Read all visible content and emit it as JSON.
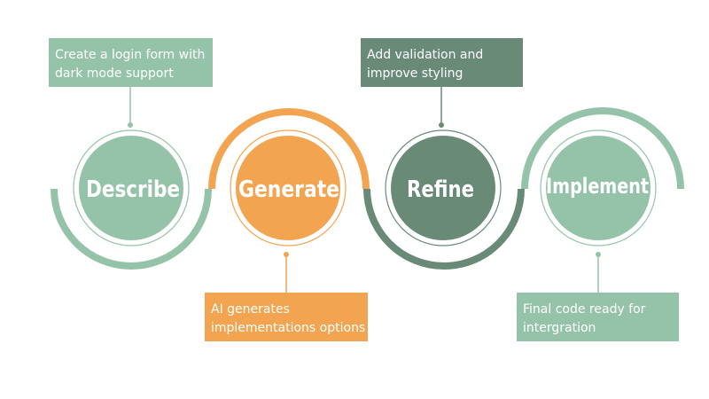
{
  "colors": {
    "sage": "#95c3a9",
    "orange": "#f2a451",
    "dark_green": "#6a8a78",
    "white": "#ffffff"
  },
  "steps": [
    {
      "label": "Describe",
      "color": "#95c3a9",
      "note_lines": [
        "Create a login form with",
        "dark mode support"
      ]
    },
    {
      "label": "Generate",
      "color": "#f2a451",
      "note_lines": [
        "AI generates",
        "implementations options"
      ]
    },
    {
      "label": "Refine",
      "color": "#6a8a78",
      "note_lines": [
        "Add validation and",
        "improve styling"
      ]
    },
    {
      "label": "Implement",
      "color": "#95c3a9",
      "note_lines": [
        "Final code ready for",
        "intergration"
      ]
    }
  ]
}
